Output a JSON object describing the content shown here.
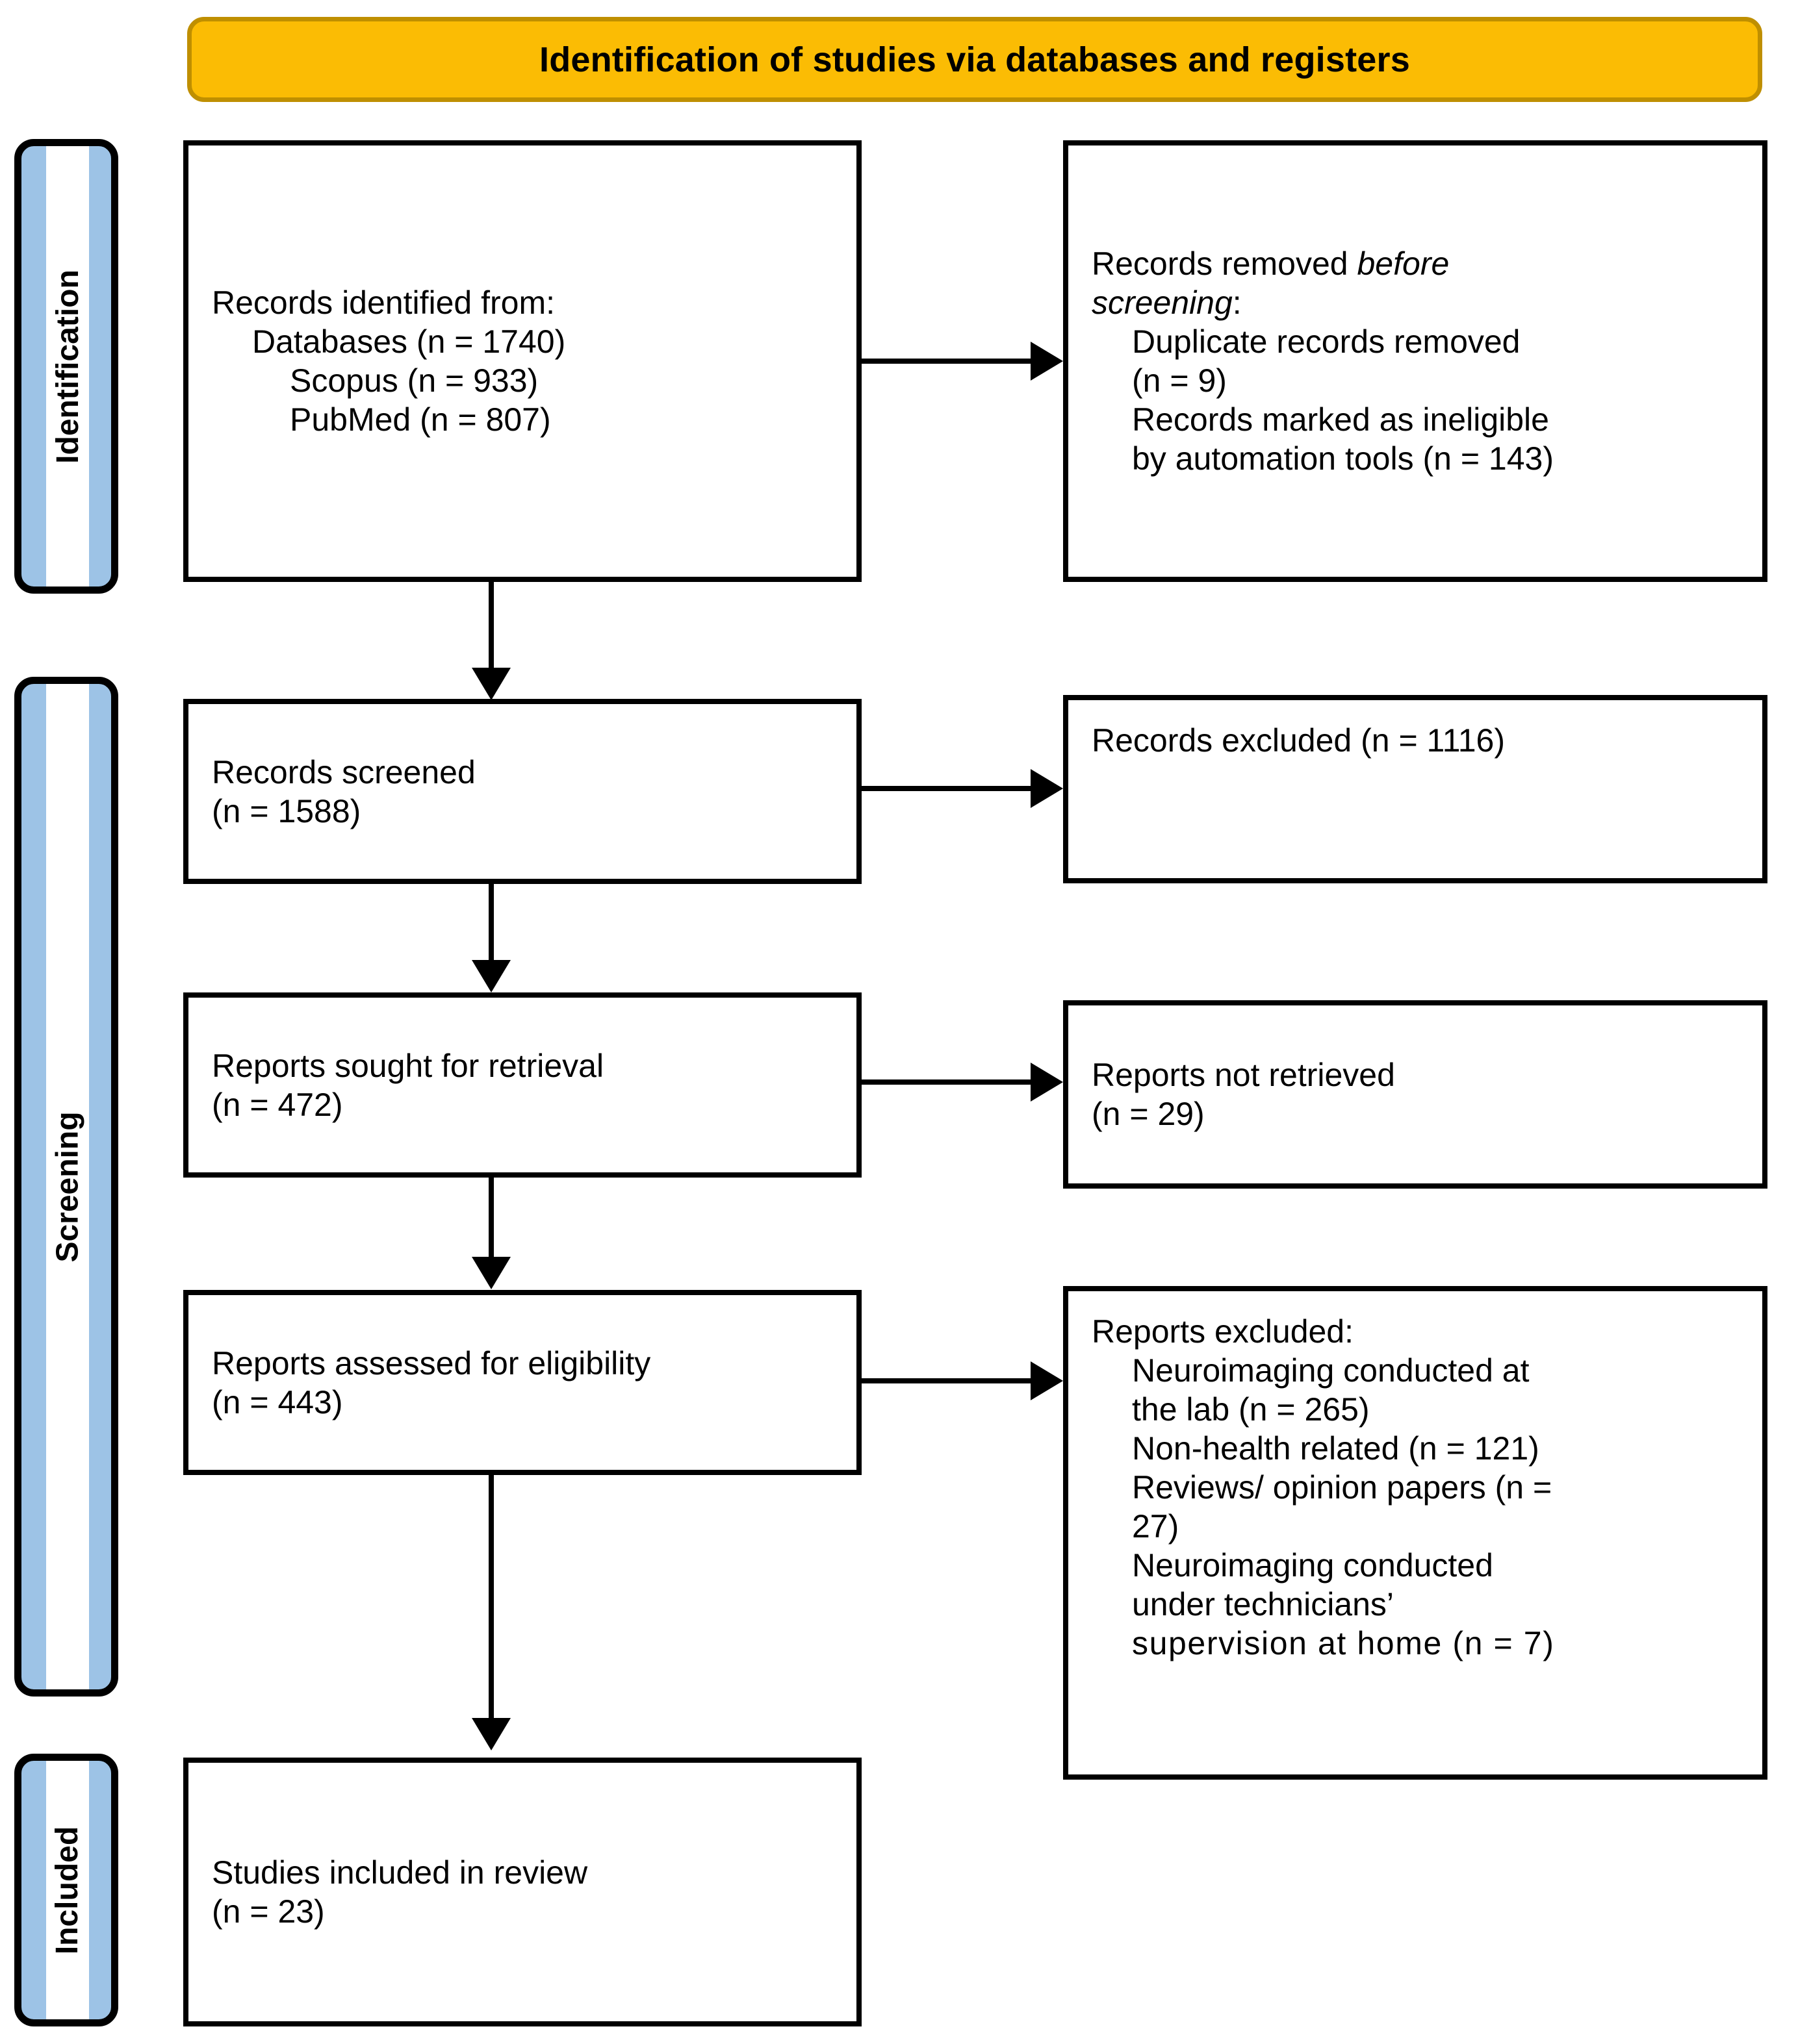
{
  "banner": {
    "title": "Identification of studies via databases and registers"
  },
  "stages": [
    {
      "label": "Identification"
    },
    {
      "label": "Screening"
    },
    {
      "label": "Included"
    }
  ],
  "boxes": {
    "identified": {
      "line1": "Records identified from:",
      "line2": "Databases (n = 1740)",
      "line3": "Scopus (n = 933)",
      "line4": "PubMed (n = 807)"
    },
    "removed_before_screening": {
      "line1_a": "Records removed ",
      "line1_b": "before",
      "line2_a": "screening",
      "line2_b": ":",
      "line3": "Duplicate records removed",
      "line4": "(n = 9)",
      "line5": "Records marked as ineligible",
      "line6": "by automation tools (n = 143)"
    },
    "records_screened": {
      "line1": "Records screened",
      "line2": "(n = 1588)"
    },
    "records_excluded": {
      "line1": "Records excluded (n = 1116)"
    },
    "reports_sought": {
      "line1": "Reports sought for retrieval",
      "line2": "(n = 472)"
    },
    "reports_not_retrieved": {
      "line1": "Reports not retrieved",
      "line2": "(n = 29)"
    },
    "reports_assessed": {
      "line1": "Reports assessed for eligibility",
      "line2": "(n = 443)"
    },
    "reports_excluded": {
      "line1": "Reports excluded:",
      "line2": "Neuroimaging conducted at",
      "line3": "the lab (n = 265)",
      "line4": "Non-health related (n = 121)",
      "line5": "Reviews/ opinion papers (n =",
      "line6": "27)",
      "line7": "Neuroimaging conducted",
      "line8": "under technicians’",
      "line9": "supervision at home (n = 7)"
    },
    "studies_included": {
      "line1": "Studies included in review",
      "line2": "(n = 23)"
    }
  },
  "chart_data": {
    "type": "table",
    "title": "PRISMA 2020 flow diagram for new systematic reviews which included searches of databases and registers only",
    "nodes": [
      {
        "id": "identified",
        "stage": "Identification",
        "label": "Records identified from: Databases",
        "n": 1740
      },
      {
        "id": "scopus",
        "stage": "Identification",
        "label": "Scopus",
        "n": 933
      },
      {
        "id": "pubmed",
        "stage": "Identification",
        "label": "PubMed",
        "n": 807
      },
      {
        "id": "duplicates",
        "stage": "Identification",
        "label": "Duplicate records removed",
        "n": 9
      },
      {
        "id": "ineligible",
        "stage": "Identification",
        "label": "Records marked as ineligible by automation tools",
        "n": 143
      },
      {
        "id": "screened",
        "stage": "Screening",
        "label": "Records screened",
        "n": 1588
      },
      {
        "id": "excluded",
        "stage": "Screening",
        "label": "Records excluded",
        "n": 1116
      },
      {
        "id": "sought",
        "stage": "Screening",
        "label": "Reports sought for retrieval",
        "n": 472
      },
      {
        "id": "not_retrieved",
        "stage": "Screening",
        "label": "Reports not retrieved",
        "n": 29
      },
      {
        "id": "assessed",
        "stage": "Screening",
        "label": "Reports assessed for eligibility",
        "n": 443
      },
      {
        "id": "exc_lab",
        "stage": "Screening",
        "label": "Neuroimaging conducted at the lab",
        "n": 265
      },
      {
        "id": "exc_nonhealth",
        "stage": "Screening",
        "label": "Non-health related",
        "n": 121
      },
      {
        "id": "exc_reviews",
        "stage": "Screening",
        "label": "Reviews/ opinion papers",
        "n": 27
      },
      {
        "id": "exc_tech",
        "stage": "Screening",
        "label": "Neuroimaging conducted under technicians’ supervision at home",
        "n": 7
      },
      {
        "id": "included",
        "stage": "Included",
        "label": "Studies included in review",
        "n": 23
      }
    ],
    "edges": [
      {
        "from": "identified",
        "to": "duplicates"
      },
      {
        "from": "identified",
        "to": "screened"
      },
      {
        "from": "screened",
        "to": "excluded"
      },
      {
        "from": "screened",
        "to": "sought"
      },
      {
        "from": "sought",
        "to": "not_retrieved"
      },
      {
        "from": "sought",
        "to": "assessed"
      },
      {
        "from": "assessed",
        "to": "exc_lab"
      },
      {
        "from": "assessed",
        "to": "included"
      }
    ]
  },
  "colors": {
    "banner_fill": "#FBBC04",
    "banner_border": "#BF8F00",
    "stage_fill": "#9DC3E6",
    "box_border": "#000000",
    "text": "#000000"
  }
}
